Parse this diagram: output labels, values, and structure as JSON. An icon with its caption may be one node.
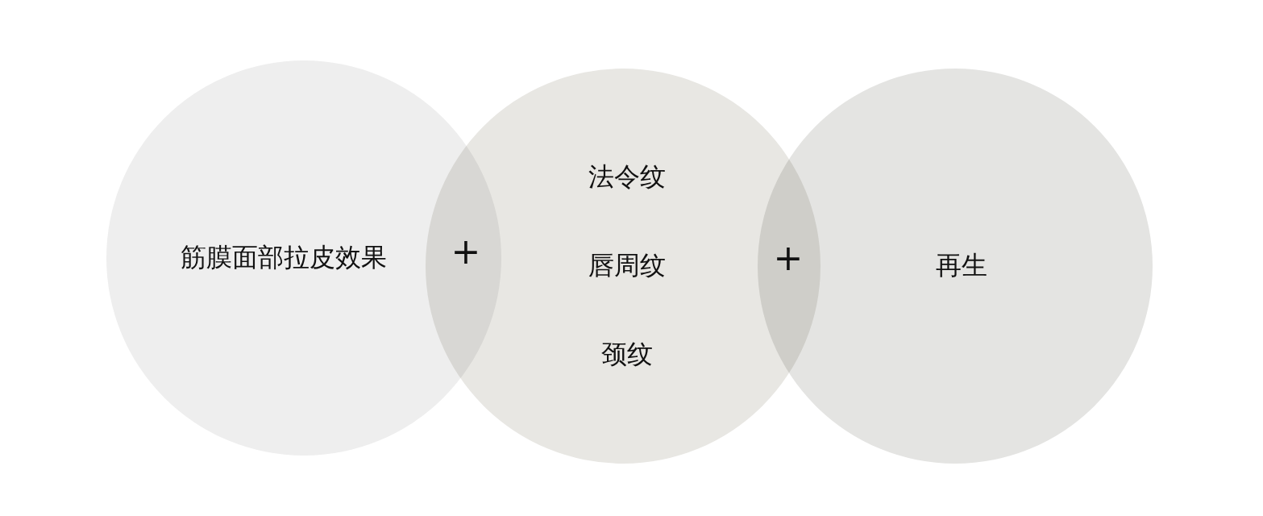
{
  "diagram": {
    "nodes": [
      {
        "text": [
          "筋膜面部拉皮效果"
        ]
      },
      {
        "text": [
          "法令纹",
          "唇周纹",
          "颈纹"
        ]
      },
      {
        "text": [
          "再生"
        ]
      }
    ],
    "labels": [
      "+",
      "+"
    ]
  }
}
